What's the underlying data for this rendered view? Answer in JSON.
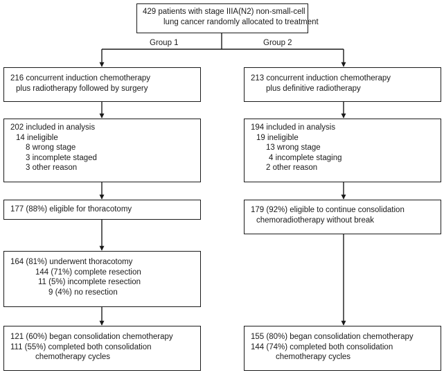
{
  "top": {
    "line1": "429 patients with stage IIIA(N2) non-small-cell",
    "line2": "lung cancer randomly allocated to treatment"
  },
  "labels": {
    "group1": "Group 1",
    "group2": "Group 2"
  },
  "g1": {
    "alloc": [
      "216 concurrent induction chemotherapy",
      "plus radiotherapy followed by surgery"
    ],
    "analysis": {
      "included": "202 included in analysis",
      "ineligible": "14 ineligible",
      "wrong_stage": "8 wrong stage",
      "incomplete": "3 incomplete staged",
      "other": "3 other reason"
    },
    "eligible": "177 (88%) eligible for thoracotomy",
    "thoracotomy": {
      "underwent": "164 (81%) underwent thoracotomy",
      "complete": "144 (71%) complete resection",
      "incomplete": "11 (5%) incomplete resection",
      "none": "9 (4%) no resection"
    },
    "consolidation": {
      "began": "121 (60%) began consolidation chemotherapy",
      "completed1": "111 (55%) completed both consolidation",
      "completed2": "chemotherapy cycles"
    }
  },
  "g2": {
    "alloc": [
      "213 concurrent induction chemotherapy",
      "plus definitive radiotherapy"
    ],
    "analysis": {
      "included": "194 included in analysis",
      "ineligible": "19 ineligible",
      "wrong_stage": "13 wrong stage",
      "incomplete": "4 incomplete staging",
      "other": "2 other reason"
    },
    "eligible": [
      "179 (92%) eligible to continue consolidation",
      "chemoradiotherapy without break"
    ],
    "consolidation": {
      "began": "155 (80%) began consolidation chemotherapy",
      "completed1": "144 (74%) completed both consolidation",
      "completed2": "chemotherapy cycles"
    }
  }
}
